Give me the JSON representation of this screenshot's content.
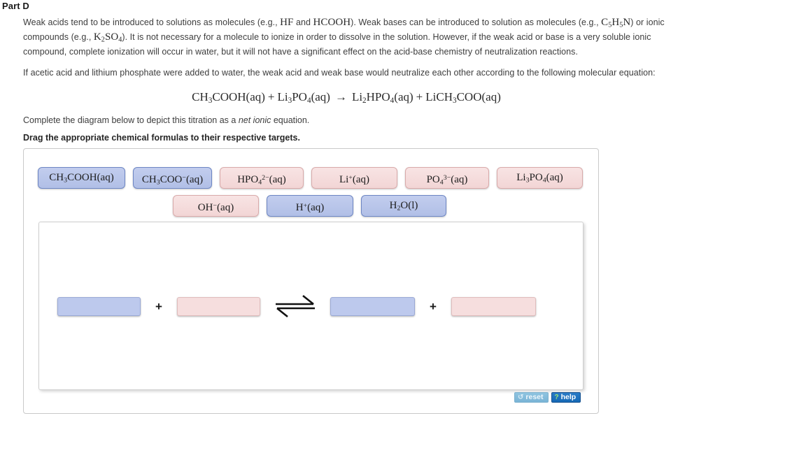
{
  "part": {
    "title": "Part D"
  },
  "intro": {
    "p1_a": "Weak acids tend to be introduced to solutions as molecules (e.g., ",
    "p1_chem1": "HF",
    "p1_b": " and ",
    "p1_chem2": "HCOOH",
    "p1_c": "). Weak bases can be introduced to solution as molecules (e.g., ",
    "p1_chem3": "C5H5N",
    "p1_d": ") or ionic compounds (e.g., ",
    "p1_chem4": "K2SO4",
    "p1_e": "). It is not necessary for a molecule to ionize in order to dissolve in the solution. However, if the weak acid or base is a very soluble ionic compound, complete ionization will occur in water, but it will not have a significant effect on the acid-base chemistry of neutralization reactions.",
    "p2": "If acetic acid and lithium phosphate were added to water, the weak acid and weak base would neutralize each other according to the following molecular equation:"
  },
  "equation": {
    "reactant1": "CH3COOH(aq)",
    "plus1": "+",
    "reactant2": "Li3PO4(aq)",
    "arrow": "→",
    "product1": "Li2HPO4(aq)",
    "plus2": "+",
    "product2": "LiCH3COO(aq)"
  },
  "instructions": {
    "line1_a": "Complete the diagram below to depict this titration as a ",
    "line1_em": "net ionic",
    "line1_b": " equation.",
    "line2": "Drag the appropriate chemical formulas to their respective targets."
  },
  "palette": {
    "row1": [
      {
        "id": "ch3cooh",
        "label": "CH3COOH(aq)",
        "color": "blue"
      },
      {
        "id": "ch3coo",
        "label": "CH3COO-(aq)",
        "color": "blue"
      },
      {
        "id": "hpo4",
        "label": "HPO4 2-(aq)",
        "color": "pink"
      },
      {
        "id": "li",
        "label": "Li+(aq)",
        "color": "pink"
      },
      {
        "id": "po4",
        "label": "PO4 3-(aq)",
        "color": "pink"
      },
      {
        "id": "li3po4",
        "label": "Li3PO4(aq)",
        "color": "pink"
      }
    ],
    "row2": [
      {
        "id": "oh",
        "label": "OH-(aq)",
        "color": "pink"
      },
      {
        "id": "h",
        "label": "H+(aq)",
        "color": "blue"
      },
      {
        "id": "h2o",
        "label": "H2O(l)",
        "color": "blue"
      }
    ]
  },
  "dropzone": {
    "slots": [
      {
        "id": "reactant-slot-1",
        "color": "blue",
        "value": ""
      },
      {
        "id": "reactant-slot-2",
        "color": "pink",
        "value": ""
      },
      {
        "id": "product-slot-1",
        "color": "blue",
        "value": ""
      },
      {
        "id": "product-slot-2",
        "color": "pink",
        "value": ""
      }
    ],
    "plus_left": "+",
    "plus_right": "+",
    "arrow_symbol": "⇌"
  },
  "buttons": {
    "reset_label": "reset",
    "reset_glyph": "↺",
    "help_label": "help",
    "help_glyph": "?"
  },
  "colors": {
    "tile_blue_fill": "#b8c4e8",
    "tile_blue_border": "#6d86c4",
    "tile_pink_fill": "#f4d8d8",
    "tile_pink_border": "#d9aaaa",
    "help_blue": "#1669b5",
    "reset_blue": "#84bcdb",
    "panel_border": "#c9c9c9"
  }
}
